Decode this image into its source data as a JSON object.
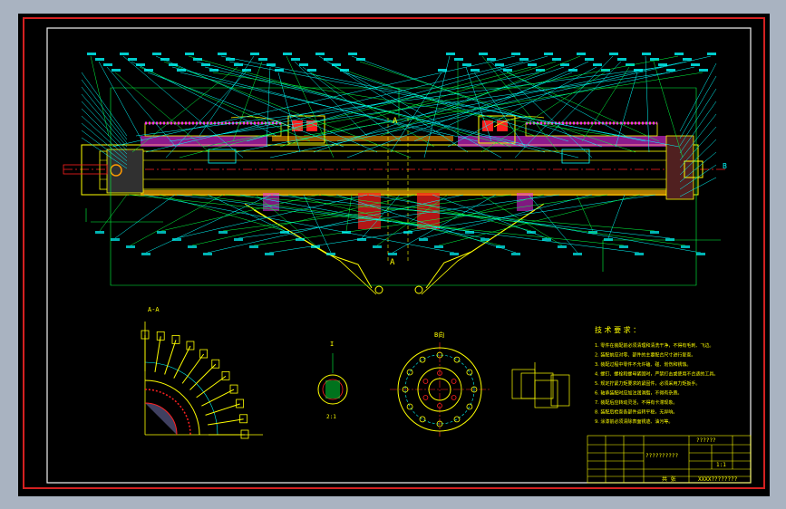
{
  "drawing": {
    "colors": {
      "background": "#000000",
      "outer_bg": "#a9b3c1",
      "border_red": "#d42020",
      "frame_white": "#f2f2f2",
      "yellow": "#ffff00",
      "green": "#00ff40",
      "cyan": "#00ffff",
      "magenta": "#ff30ff",
      "red": "#ff2020",
      "orange": "#ff9a00",
      "brown": "#c06030"
    },
    "labels": {
      "section_top": "A",
      "section_bottom": "A",
      "view_right": "B",
      "view_aa": "A-A",
      "view_b": "B向",
      "detail_small_label": "I",
      "detail_scale": "2:1",
      "tech_title": "技 术 要 求 ：",
      "tech_lines": [
        "1. 零件在装配前必须清理和清洗干净，不得有毛刺、飞边。",
        "2. 装配前应对零、部件的主要配合尺寸进行复查。",
        "3. 装配过程中零件不允许磕、碰、划伤和锈蚀。",
        "4. 螺钉、螺栓和螺母紧固时，严禁打击或使用不合适的工具。",
        "5. 规定拧紧力矩要求的紧固件，必须采用力矩扳手。",
        "6. 轴承装配时应加注润滑脂，不得有杂质。",
        "7. 装配后应转动灵活，不得有卡滞现象。",
        "8. 装配后检查各部件运转平稳，无异响。",
        "9. 涂漆前必须清除表面锈迹、油污等。"
      ]
    },
    "title_block": {
      "top_right": "??????",
      "drawing_name": "??????????",
      "code": "XXXX????????",
      "scale": "1:1",
      "sheet": "共  张"
    }
  }
}
